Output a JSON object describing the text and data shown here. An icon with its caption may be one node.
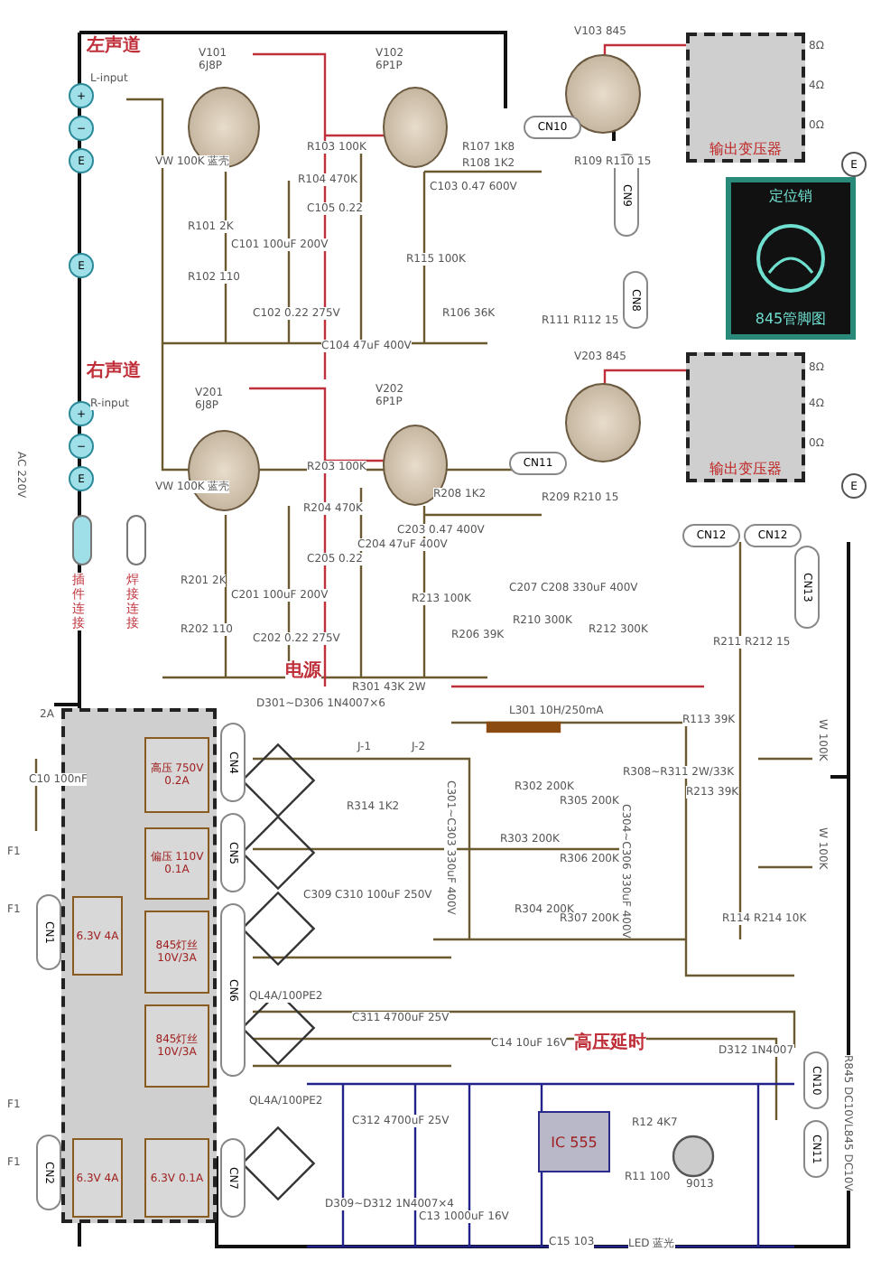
{
  "diagram": {
    "nodes": [
      {
        "text": [],
        "shape": "circle",
        "beside": [
          "V101 6J8P"
        ]
      },
      {
        "text": [],
        "shape": "circle",
        "beside": [
          "V102 6P1P"
        ]
      },
      {
        "text": [],
        "shape": "circle",
        "beside": [
          "V103 845"
        ]
      },
      {
        "text": [],
        "shape": "circle",
        "beside": [
          "V201 6J8P"
        ]
      },
      {
        "text": [],
        "shape": "circle",
        "beside": [
          "V202 6P1P"
        ]
      },
      {
        "text": [],
        "shape": "circle",
        "beside": [
          "V203 845"
        ]
      },
      {
        "text": [
          "输出变压器"
        ]
      },
      {
        "text": [
          "输出变压器"
        ]
      },
      {
        "text": [
          "定位销",
          "845管脚图"
        ]
      },
      {
        "text": [],
        "shape": "box"
      },
      {
        "text": [
          "高压 750V 0.2A"
        ],
        "in": 9
      },
      {
        "text": [
          "偏压 110V 0.1A"
        ],
        "in": 9
      },
      {
        "text": [
          "845灯丝 10V/3A"
        ],
        "in": 9
      },
      {
        "text": [
          "845灯丝 10V/3A"
        ],
        "in": 9
      },
      {
        "text": [
          "6.3V 4A"
        ],
        "in": 9
      },
      {
        "text": [
          "6.3V 4A"
        ],
        "in": 9
      },
      {
        "text": [
          "6.3V 0.1A"
        ],
        "in": 9
      },
      {
        "text": [
          "IC 555"
        ]
      },
      {
        "text": [
          "CN10"
        ]
      },
      {
        "text": [
          "CN9"
        ]
      },
      {
        "text": [
          "CN8"
        ]
      },
      {
        "text": [
          "CN11"
        ]
      },
      {
        "text": [
          "CN12"
        ]
      },
      {
        "text": [
          "CN12"
        ]
      },
      {
        "text": [
          "CN13"
        ]
      },
      {
        "text": [
          "CN4"
        ]
      },
      {
        "text": [
          "CN5"
        ]
      },
      {
        "text": [
          "CN6"
        ]
      },
      {
        "text": [
          "CN7"
        ]
      },
      {
        "text": [
          "CN1"
        ]
      },
      {
        "text": [
          "CN2"
        ]
      },
      {
        "text": [
          "CN10"
        ]
      },
      {
        "text": [
          "CN11"
        ]
      },
      {
        "text": [
          "+"
        ]
      },
      {
        "text": [
          "−"
        ]
      },
      {
        "text": [
          "E"
        ]
      },
      {
        "text": [
          "E"
        ]
      },
      {
        "text": [
          "+"
        ]
      },
      {
        "text": [
          "−"
        ]
      },
      {
        "text": [
          "E"
        ]
      },
      {
        "text": [
          "E"
        ]
      },
      {
        "text": [
          "E"
        ]
      }
    ],
    "labels": [
      "左声道",
      "L-input",
      "VW 100K 蓝壳",
      "R103 100K",
      "R104 470K",
      "R101 2K",
      "C101 100uF 200V",
      "R102 110",
      "C102 0.22 275V",
      "C105 0.22",
      "C104 47uF 400V",
      "C103 0.47 600V",
      "R115 100K",
      "R106 36K",
      "R107 1K8",
      "R108 1K2",
      "R109 R110 15",
      "R111 R112 15",
      "8Ω",
      "4Ω",
      "0Ω",
      "右声道",
      "R-input",
      "VW 100K 蓝壳",
      "R203 100K",
      "R204 470K",
      "R201 2K",
      "C201 100uF 200V",
      "R202 110",
      "C202 0.22 275V",
      "C205 0.22",
      "C204 47uF 400V",
      "C203 0.47 400V",
      "R213 100K",
      "R206 39K",
      "R208 1K2",
      "R209 R210 15",
      "8Ω",
      "4Ω",
      "0Ω",
      "C207 C208 330uF 400V",
      "R210 300K",
      "R212 300K",
      "R211 R212 15",
      "电源",
      "D301~D306 1N4007×6",
      "R301 43K 2W",
      "J-1",
      "J-2",
      "L301 10H/250mA",
      "R314 1K2",
      "C309 C310 100uF 250V",
      "C301~C303 330uF 400V",
      "R302 200K",
      "R303 200K",
      "R304 200K",
      "R305 200K",
      "R306 200K",
      "R307 200K",
      "R308~R311 2W/33K",
      "C304~C306 330uF 400V",
      "R113 39K",
      "R213 39K",
      "W 100K",
      "W 100K",
      "R114 R214 10K",
      "QL4A/100PE2",
      "C311 4700uF 25V",
      "QL4A/100PE2",
      "C312 4700uF 25V",
      "D309~D312 1N4007×4",
      "C13 1000uF 16V",
      "C14 10uF 16V",
      "高压延时",
      "D312 1N4007",
      "R12 4K7",
      "R11 100",
      "9013",
      "C15 103",
      "LED 蓝光",
      "R845 DC10V",
      "L845 DC10V",
      "AC 220V",
      "2A",
      "C10 100nF",
      "F1",
      "F1",
      "F1",
      "F1"
    ],
    "legend": [
      {
        "text": "插件连接",
        "color": "#9fe0e8"
      },
      {
        "text": "焊接连接",
        "color": "#ffffff"
      }
    ]
  }
}
